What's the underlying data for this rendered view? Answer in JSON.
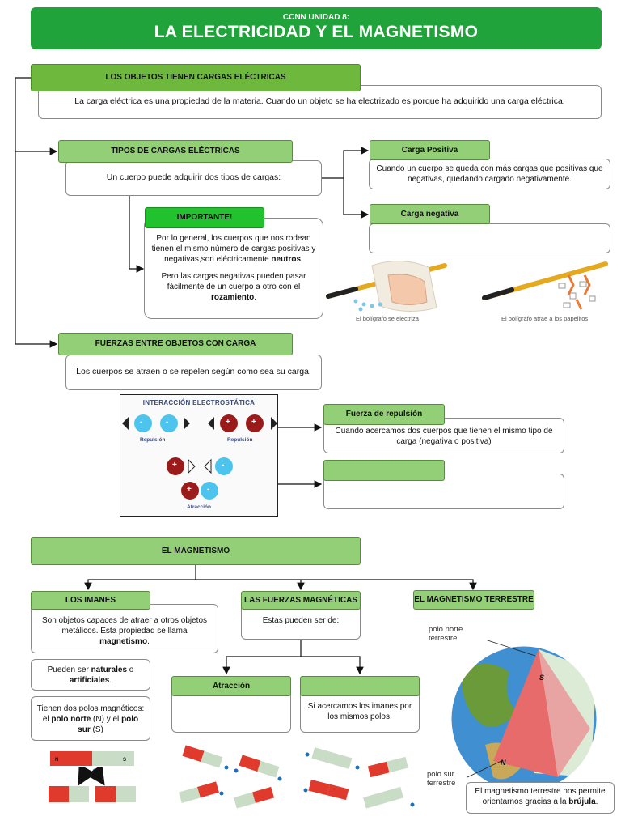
{
  "header": {
    "unit": "CCNN UNIDAD 8:",
    "title": "LA ELECTRICIDAD Y EL MAGNETISMO"
  },
  "s1": {
    "title": "LOS OBJETOS TIENEN CARGAS ELÉCTRICAS",
    "text": "La carga eléctrica es una propiedad de la materia. Cuando un objeto se ha electrizado es porque ha adquirido una carga eléctrica."
  },
  "tipos": {
    "title": "TIPOS DE CARGAS ELÉCTRICAS",
    "text": "Un cuerpo puede adquirir dos tipos de cargas:"
  },
  "positiva": {
    "title": "Carga Positiva",
    "text": "Cuando un cuerpo se queda con más cargas que positivas que negativas, quedando cargado negativamente."
  },
  "negativa": {
    "title": "Carga negativa",
    "text": ""
  },
  "importante": {
    "title": "IMPORTANTE!",
    "p1_pre": "Por lo general, los cuerpos que nos rodean tienen el mismo número de cargas positivas y negativas,son eléctricamente ",
    "p1_bold": "neutros",
    "p1_post": ".",
    "p2_pre": "Pero las cargas negativas pueden pasar fácilmente de un cuerpo a otro con el ",
    "p2_bold": "rozamiento",
    "p2_post": "."
  },
  "captions": {
    "pen1": "El bolígrafo se electriza",
    "pen2": "El bolígrafo atrae a los papelitos"
  },
  "fuerzas": {
    "title": "FUERZAS ENTRE OBJETOS CON CARGA",
    "text": "Los cuerpos se atraen o se repelen según como sea su carga."
  },
  "interaccion": {
    "title": "INTERACCIÓN ELECTROSTÁTICA",
    "repulsion": "Repulsión",
    "atraccion": "Atracción",
    "neg": "-",
    "pos": "+"
  },
  "repulsion_box": {
    "title": "Fuerza de repulsión",
    "text": "Cuando acercamos dos cuerpos que tienen el mismo tipo de carga (negativa o positiva)"
  },
  "atraccion_box": {
    "title": "",
    "text": ""
  },
  "magnetismo": {
    "title": "EL MAGNETISMO"
  },
  "imanes": {
    "title": "LOS IMANES",
    "text_pre": "Son objetos capaces de atraer a otros objetos metálicos. Esta propiedad se llama ",
    "text_bold": "magnetismo",
    "text_post": ".",
    "tipos_pre": "Pueden ser ",
    "tipos_b1": "naturales",
    "tipos_mid": " o ",
    "tipos_b2": "artificiales",
    "tipos_post": ".",
    "polos_pre": "Tienen dos polos magnéticos: el ",
    "polos_b1": "polo norte",
    "polos_mid": " (N) y el ",
    "polos_b2": "polo sur",
    "polos_post": " (S)",
    "n": "N",
    "s": "S"
  },
  "fuerzas_mag": {
    "title": "LAS FUERZAS MAGNÉTICAS",
    "text": "Estas pueden ser de:",
    "atraccion": "Atracción",
    "atraccion_text": "",
    "repulsion_text": "Si acercamos los imanes por los mismos polos."
  },
  "terrestre": {
    "title": "EL MAGNETISMO TERRESTRE",
    "norte": "polo norte terrestre",
    "sur": "polo sur terrestre",
    "globe_s": "S",
    "globe_n": "N",
    "text_pre": "El magnetismo terrestre nos permite orientarnos gracias a la ",
    "text_bold": "brújula",
    "text_post": "."
  }
}
